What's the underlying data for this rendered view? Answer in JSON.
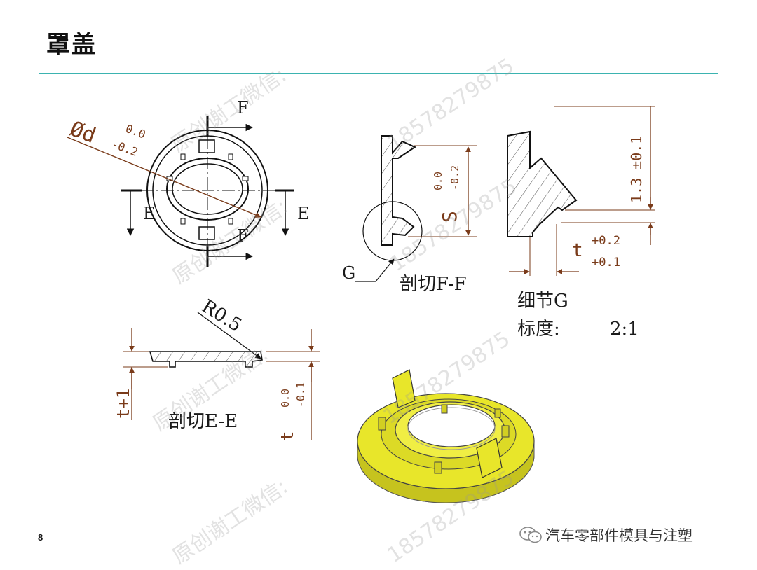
{
  "slide": {
    "title": "罩盖",
    "page_number": "8"
  },
  "dimensions": {
    "diameter_symbol": "Ød",
    "diameter_upper": "0.0",
    "diameter_lower": "-0.2",
    "s_label": "S",
    "s_upper": "0.0",
    "s_lower": "-0.2",
    "h_13": "1.3 ±0.1",
    "t_label": "t",
    "t_upper": "+0.2",
    "t_lower": "+0.1",
    "radius": "R0.5",
    "t_plus_one": "t+1",
    "t_ee_upper": "0.0",
    "t_ee_lower": "-0.1",
    "t_ee_label": "t"
  },
  "labels": {
    "section_f": "F",
    "section_e": "E",
    "detail_g": "G",
    "section_ff": "剖切F-F",
    "detail_title": "细节G",
    "scale_label": "标度:",
    "scale_value": "2:1",
    "section_ee": "剖切E-E"
  },
  "watermark": {
    "line_a": "原创谢工微信:",
    "line_b": "18578279875"
  },
  "brand": {
    "name": "汽车零部件模具与注塑",
    "icon": "wechat-icon"
  },
  "colors": {
    "accent_rule": "#3bb3b0",
    "dimension": "#7a3b1a",
    "part_yellow": "#e8e62a"
  }
}
